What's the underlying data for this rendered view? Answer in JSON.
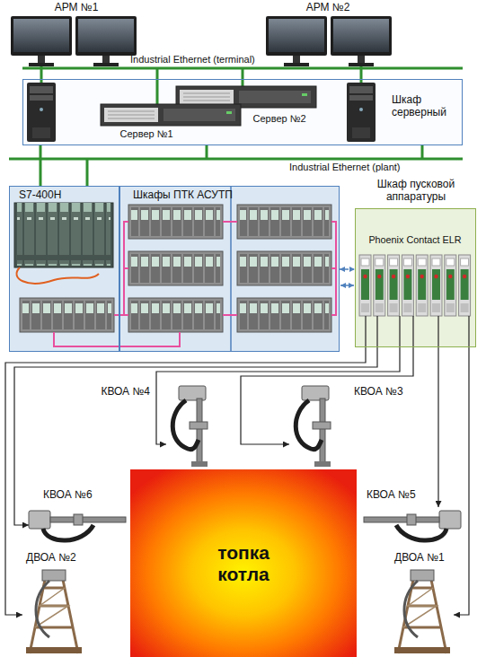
{
  "diagram": {
    "nodes": [
      {
        "text": [
          "АРМ №1"
        ]
      },
      {
        "text": [
          "АРМ №2"
        ]
      },
      {
        "text": [
          "Шкаф серверный"
        ]
      },
      {
        "text": [
          "Сервер №1"
        ],
        "in": 2
      },
      {
        "text": [
          "Сервер №2"
        ],
        "in": 2
      },
      {
        "text": [
          "S7-400H"
        ]
      },
      {
        "text": [
          "Шкафы ПТК АСУТП"
        ]
      },
      {
        "text": [
          "Шкаф пусковой аппаратуры",
          "Phoenix Contact ELR"
        ]
      },
      {
        "text": [
          "КВОА №4"
        ]
      },
      {
        "text": [
          "КВОА №3"
        ]
      },
      {
        "text": [
          "топка котла"
        ]
      },
      {
        "text": [
          "КВОА №6"
        ]
      },
      {
        "text": [
          "КВОА №5"
        ]
      },
      {
        "text": [
          "ДВОА №2"
        ]
      },
      {
        "text": [
          "ДВОА №1"
        ]
      }
    ],
    "edges": [
      {
        "from": 0,
        "to": 2,
        "arrow": "none"
      },
      {
        "from": 1,
        "to": 2,
        "arrow": "none"
      },
      {
        "from": 2,
        "to": 5,
        "arrow": "none"
      },
      {
        "from": 6,
        "to": 7,
        "arrow": "both"
      },
      {
        "from": 7,
        "to": 8,
        "arrow": "to"
      },
      {
        "from": 7,
        "to": 9,
        "arrow": "to"
      },
      {
        "from": 7,
        "to": 11,
        "arrow": "to"
      },
      {
        "from": 7,
        "to": 12,
        "arrow": "to"
      },
      {
        "from": 7,
        "to": 13,
        "arrow": "to"
      },
      {
        "from": 7,
        "to": 14,
        "arrow": "to"
      }
    ],
    "labels": [
      "Industrial Ethernet (terminal)",
      "Industrial Ethernet (plant)"
    ]
  }
}
